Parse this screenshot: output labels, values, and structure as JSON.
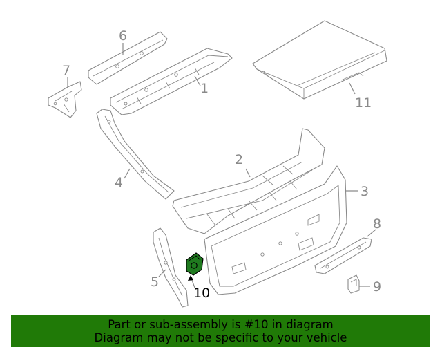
{
  "diagram": {
    "callouts": {
      "p1": "1",
      "p2": "2",
      "p3": "3",
      "p4": "4",
      "p5": "5",
      "p6": "6",
      "p7": "7",
      "p8": "8",
      "p9": "9",
      "p10": "10",
      "p11": "11"
    },
    "highlighted_part": "10",
    "colors": {
      "highlight": "#1f7a1f",
      "line": "#8a8a8a",
      "banner": "#207a07"
    }
  },
  "footer": {
    "line1": "Part or sub-assembly is #10 in diagram",
    "line2": "Diagram may not be specific to your vehicle"
  }
}
